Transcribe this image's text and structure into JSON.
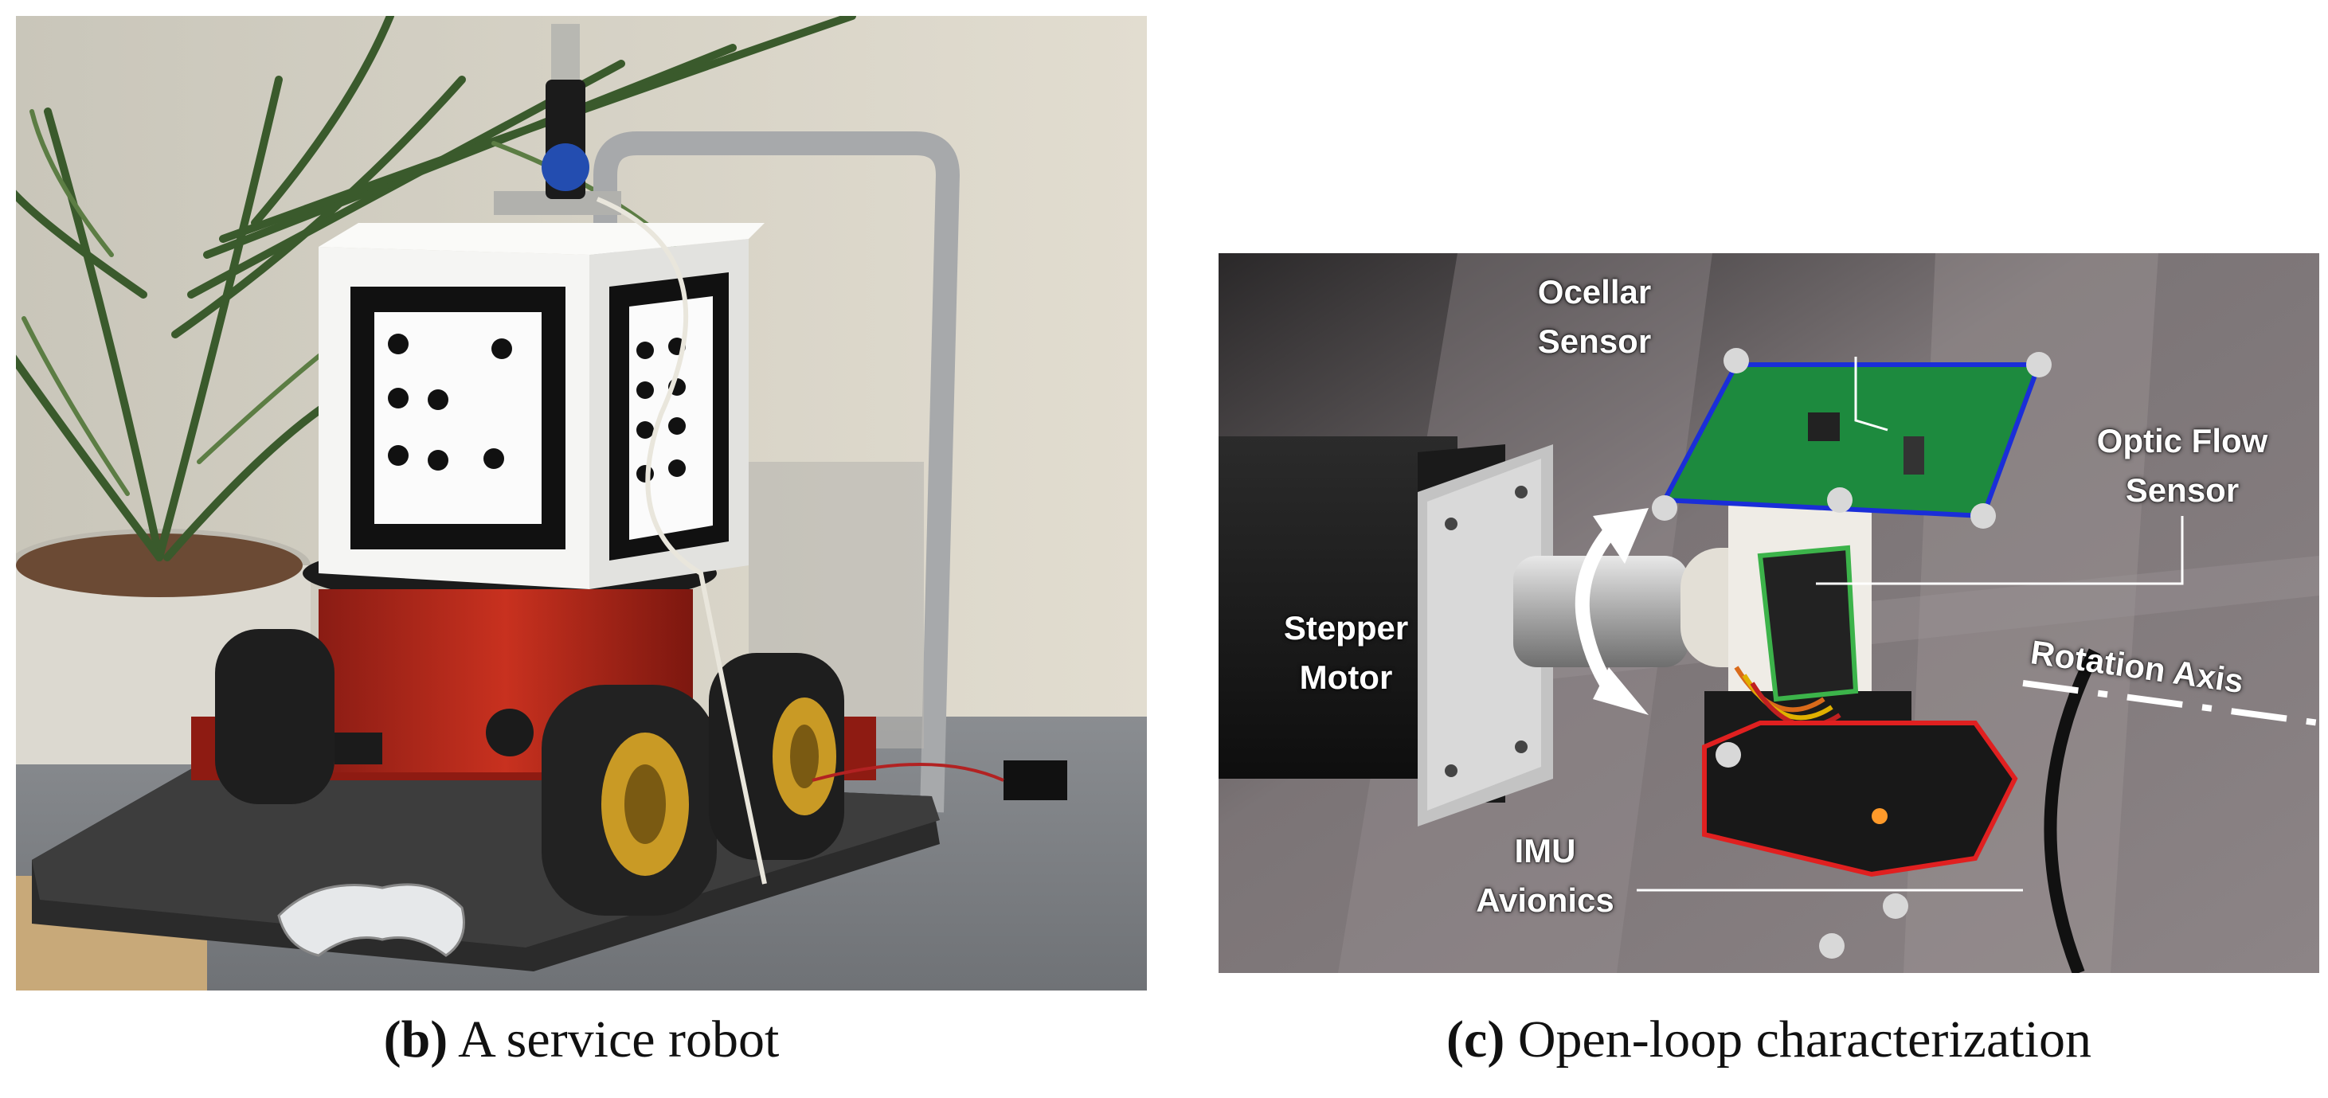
{
  "panels": [
    {
      "id": "b",
      "caption_letter": "(b)",
      "caption_text": "A service robot",
      "dice_top_face_pips": 7,
      "dice_side_face_pips": 8
    },
    {
      "id": "c",
      "caption_letter": "(c)",
      "caption_text": "Open-loop characterization",
      "labels": {
        "ocellar": [
          "Ocellar",
          "Sensor"
        ],
        "optic_flow": [
          "Optic Flow",
          "Sensor"
        ],
        "stepper": [
          "Stepper",
          "Motor"
        ],
        "rotation_axis": "Rotation Axis",
        "imu": [
          "IMU",
          "Avionics"
        ]
      },
      "highlight_colors": {
        "ocellar": "#1a2ed8",
        "optic_flow": "#3cb34a",
        "imu": "#e02020"
      }
    }
  ]
}
